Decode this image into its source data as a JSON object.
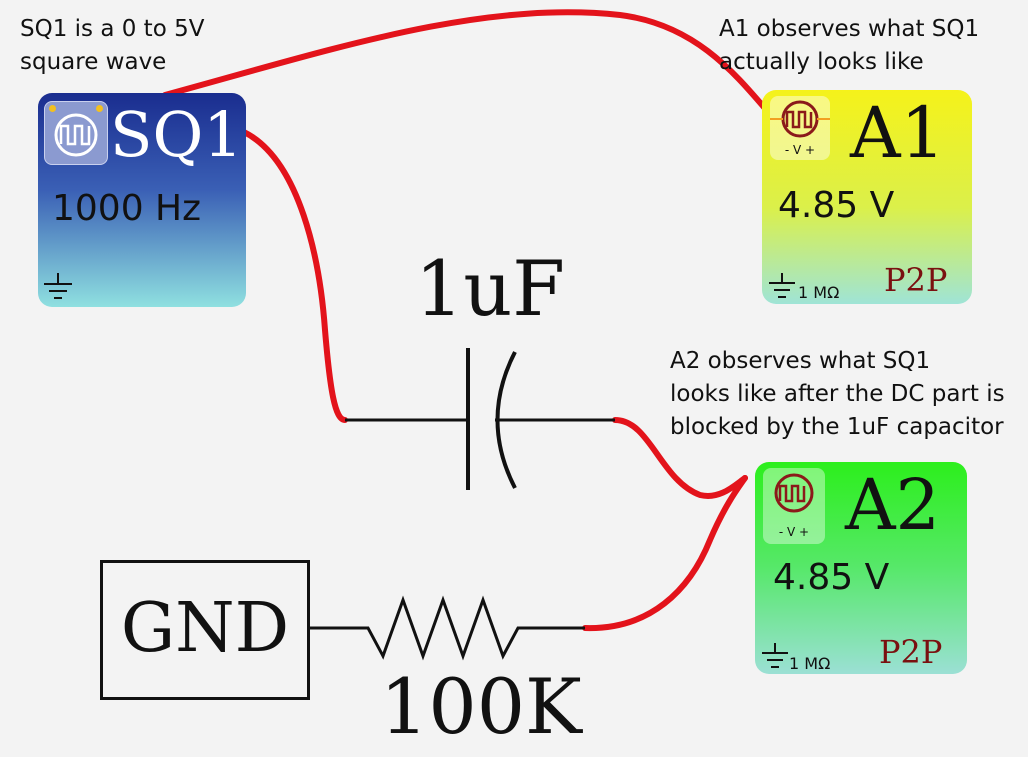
{
  "notes": {
    "sq1": "SQ1 is a 0 to 5V\nsquare wave",
    "a1": "A1 observes what SQ1\nactually looks like",
    "a2": "A2 observes what SQ1\nlooks like after the DC part is\nblocked by the 1uF capacitor"
  },
  "sq1": {
    "title": "SQ1",
    "freq": "1000 Hz",
    "icon": "square-wave-icon"
  },
  "a1": {
    "title": "A1",
    "reading": "4.85 V",
    "mode": "- V +",
    "impedance": "1 MΩ",
    "tag": "P2P"
  },
  "a2": {
    "title": "A2",
    "reading": "4.85 V",
    "mode": "- V +",
    "impedance": "1 MΩ",
    "tag": "P2P"
  },
  "components": {
    "capacitor": "1uF",
    "resistor": "100K",
    "ground": "GND"
  },
  "colors": {
    "wire": "#e3131b",
    "lead": "#111111",
    "tag": "#7a1010",
    "icon": "#8b1a1a"
  }
}
